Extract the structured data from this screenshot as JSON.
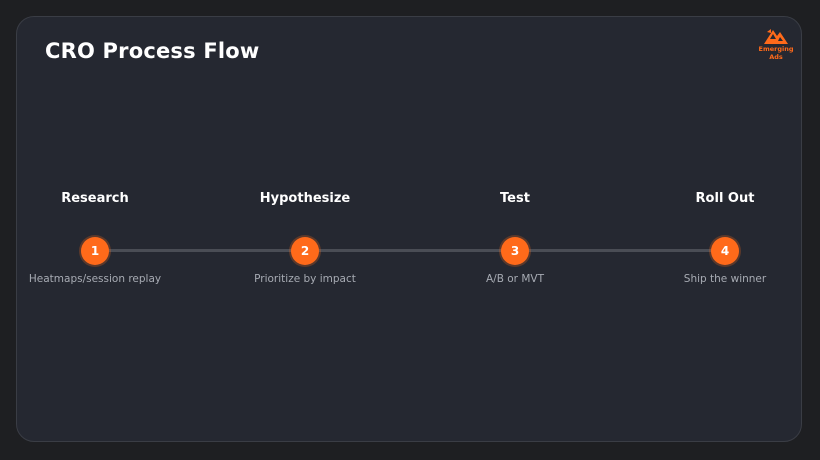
{
  "title": "CRO Process Flow",
  "logo": {
    "line1": "Emerging",
    "line2": "Ads",
    "color": "#ff6a1a"
  },
  "accent_color": "#ff6a1a",
  "steps": [
    {
      "number": "1",
      "label": "Research",
      "description": "Heatmaps/session replay"
    },
    {
      "number": "2",
      "label": "Hypothesize",
      "description": "Prioritize by impact"
    },
    {
      "number": "3",
      "label": "Test",
      "description": "A/B or MVT"
    },
    {
      "number": "4",
      "label": "Roll Out",
      "description": "Ship the winner"
    }
  ]
}
